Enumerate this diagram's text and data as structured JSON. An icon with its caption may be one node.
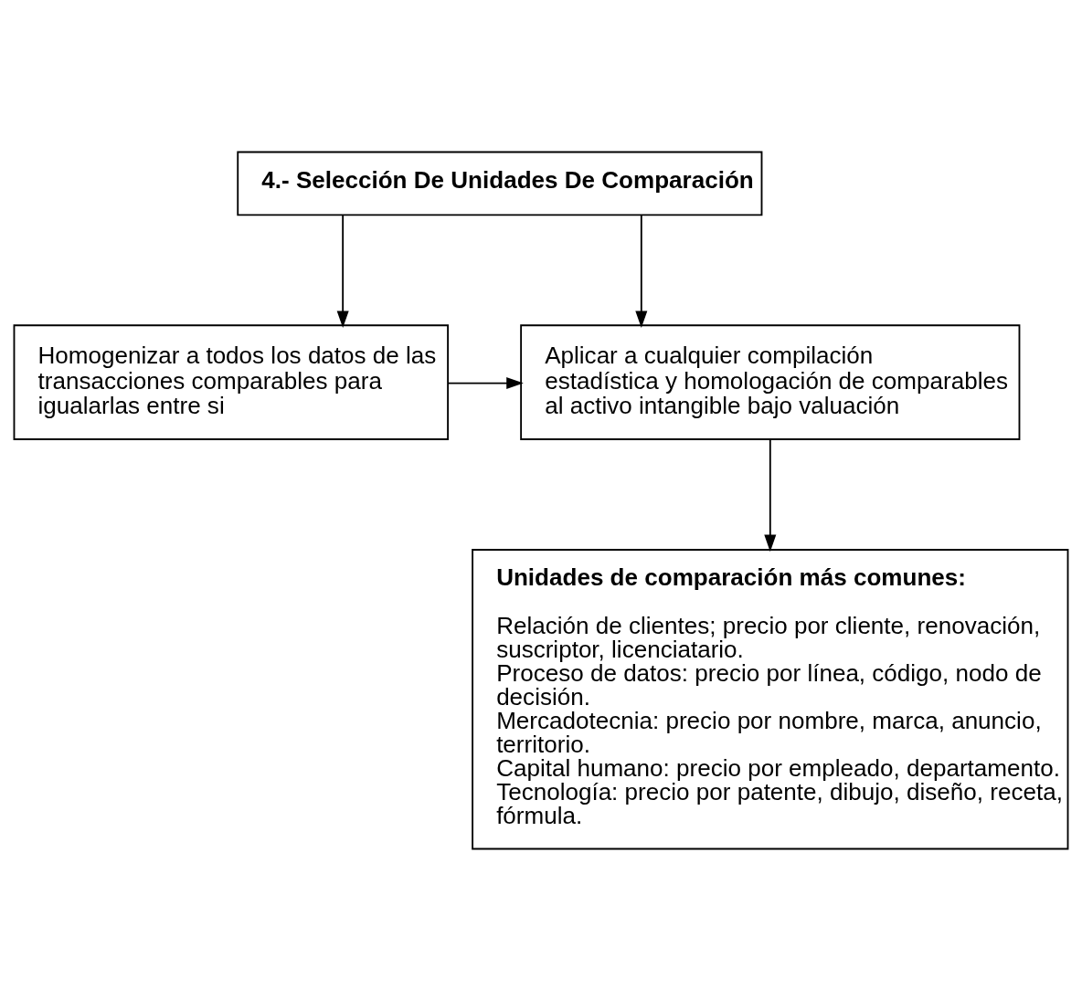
{
  "diagram": {
    "nodes": [
      {
        "text": [
          "4.- Selección De Unidades De Comparación"
        ]
      },
      {
        "text": [
          "Homogenizar a todos los datos de las transacciones comparables para igualarlas entre si"
        ]
      },
      {
        "text": [
          "Aplicar a cualquier compilación estadística y homologación de comparables al activo intangible bajo valuación"
        ]
      },
      {
        "text": [
          "Unidades de comparación más comunes:",
          "Relación de clientes; precio por cliente, renovación, suscriptor, licenciatario.",
          "Proceso de datos: precio por línea, código, nodo de decisión.",
          "Mercadotecnia: precio por nombre, marca, anuncio, territorio.",
          "Capital humano: precio por empleado, departamento.",
          "Tecnología: precio por patente, dibujo, diseño, receta, fórmula."
        ]
      }
    ],
    "edges": [
      {
        "from": 0,
        "to": 1,
        "arrow": "to"
      },
      {
        "from": 0,
        "to": 2,
        "arrow": "to"
      },
      {
        "from": 1,
        "to": 2,
        "arrow": "to"
      },
      {
        "from": 2,
        "to": 3,
        "arrow": "to"
      }
    ]
  }
}
